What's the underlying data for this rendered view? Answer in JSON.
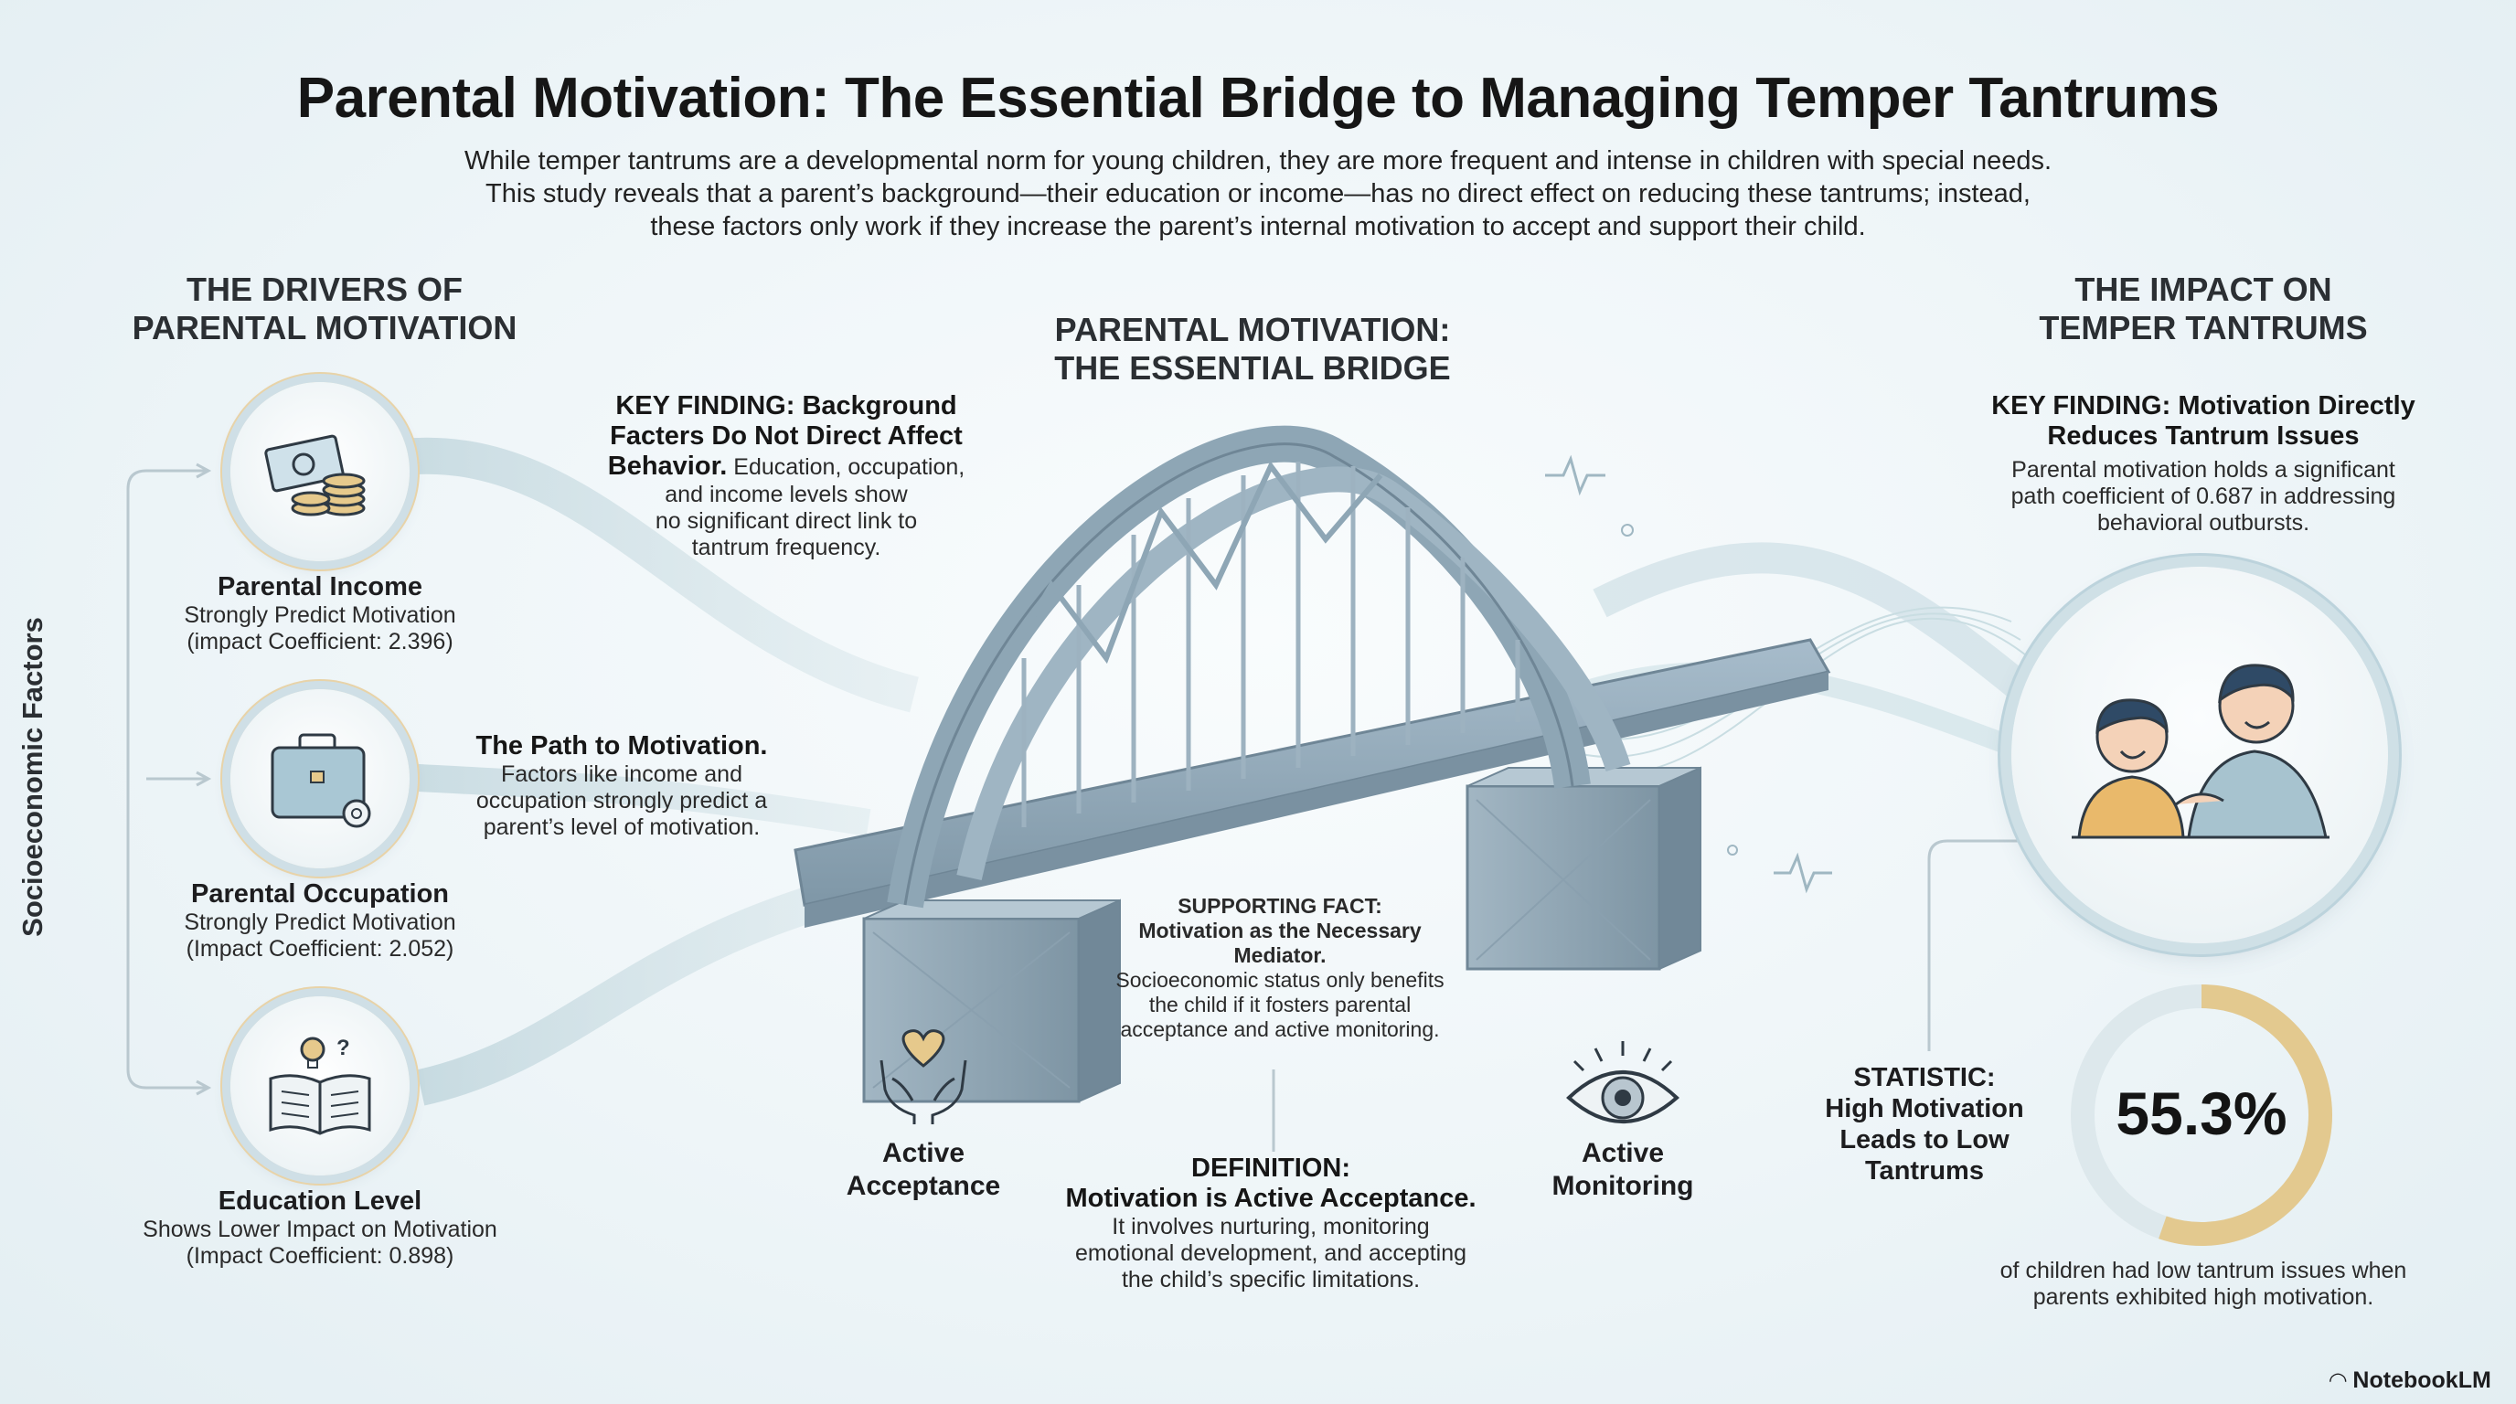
{
  "title": "Parental Motivation: The Essential Bridge to Managing Temper Tantrums",
  "intro": [
    "While temper tantrums are a developmental norm for young children, they are more frequent and intense in children with special needs.",
    "This study reveals that a parent’s background—their education or income—has no direct effect on reducing these tantrums; instead,",
    "these factors only work if they increase the parent’s internal motivation to accept and support their child."
  ],
  "drivers": {
    "heading": [
      "THE DRIVERS OF",
      "PARENTAL MOTIVATION"
    ],
    "side_label": "Socioeconomic Factors",
    "items": [
      {
        "label": "Parental Income",
        "sub1": "Strongly Predict Motivation",
        "sub2": "(impact Coefficient: 2.396)",
        "icon": "money-coins-icon"
      },
      {
        "label": "Parental Occupation",
        "sub1": "Strongly Predict Motivation",
        "sub2": "(Impact Coefficient: 2.052)",
        "icon": "briefcase-gear-icon"
      },
      {
        "label": "Education Level",
        "sub1": "Shows Lower Impact on Motivation",
        "sub2": "(Impact Coefficient: 0.898)",
        "icon": "book-lightbulb-icon"
      }
    ]
  },
  "key_finding_background": {
    "head1": "KEY FINDING: Background",
    "head2": "Facters Do Not Direct Affect",
    "head3": "Behavior.",
    "l1": "Education, occupation,",
    "l2": "and income levels show",
    "l3": "no significant direct link to",
    "l4": "tantrum frequency."
  },
  "path_to_motivation": {
    "head": "The Path to Motivation.",
    "l1": "Factors like income and",
    "l2": "occupation strongly predict a",
    "l3": "parent’s level of motivation."
  },
  "bridge": {
    "heading": [
      "PARENTAL MOTIVATION:",
      "THE ESSENTIAL BRIDGE"
    ],
    "supporting": {
      "head1": "SUPPORTING FACT:",
      "head2": "Motivation as the Necessary",
      "head3": "Mediator.",
      "l1": "Socioeconomic status only benefits",
      "l2": "the child if it fosters parental",
      "l3": "acceptance and active monitoring."
    },
    "definition": {
      "head1": "DEFINITION:",
      "head2": "Motivation is Active Acceptance.",
      "l1": "It involves nurturing, monitoring",
      "l2": "emotional development, and accepting",
      "l3": "the child’s specific limitations."
    },
    "acceptance": [
      "Active",
      "Acceptance"
    ],
    "monitoring": [
      "Active",
      "Monitoring"
    ]
  },
  "impact": {
    "heading": [
      "THE IMPACT ON",
      "TEMPER TANTRUMS"
    ],
    "key_finding": {
      "head1": "KEY FINDING: Motivation Directly",
      "head2": "Reduces Tantrum Issues",
      "l1": "Parental motivation holds a significant",
      "l2": "path coefficient of 0.687 in addressing",
      "l3": "behavioral outbursts."
    },
    "statistic": {
      "label": [
        "STATISTIC:",
        "High Motivation",
        "Leads to Low",
        "Tantrums"
      ],
      "value": "55.3%",
      "percent": 55.3,
      "caption1": "of children had low tantrum issues when",
      "caption2": "parents exhibited high motivation."
    }
  },
  "brand": "NotebookLM",
  "colors": {
    "bridge": "#8ea6b5",
    "accent_gold": "#e3c98f",
    "ring_blue": "#bcd3dc",
    "wave": "#b9d2da"
  }
}
